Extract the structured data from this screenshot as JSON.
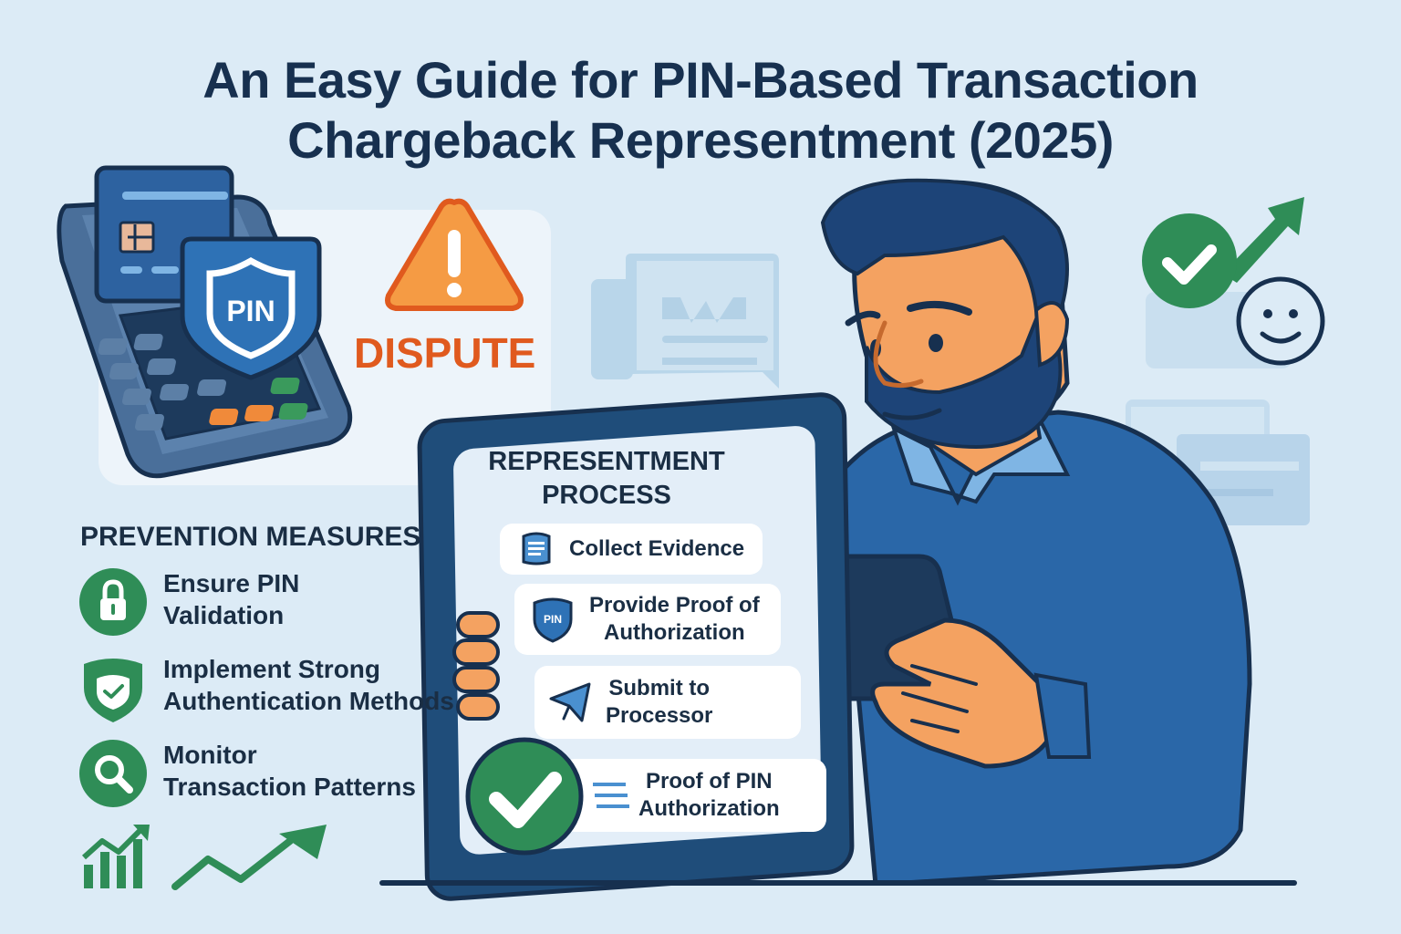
{
  "header": {
    "title_line1": "An Easy Guide for PIN-Based Transaction",
    "title_line2": "Chargeback Representment (2025)"
  },
  "terminal": {
    "shield_label": "PIN",
    "dispute_label": "DISPUTE"
  },
  "prevention": {
    "heading": "PREVENTION MEASURES",
    "items": [
      {
        "icon": "lock-icon",
        "line1": "Ensure PIN",
        "line2": "Validation"
      },
      {
        "icon": "shield-check-icon",
        "line1": "Implement Strong",
        "line2": "Authentication Methods"
      },
      {
        "icon": "magnifier-icon",
        "line1": "Monitor",
        "line2": "Transaction Patterns"
      }
    ]
  },
  "representment": {
    "heading_line1": "REPRESENTMENT",
    "heading_line2": "PROCESS",
    "steps": [
      {
        "icon": "document-icon",
        "line1": "Collect Evidence",
        "line2": ""
      },
      {
        "icon": "pin-shield-icon",
        "icon_label": "PIN",
        "line1": "Provide Proof of",
        "line2": "Authorization"
      },
      {
        "icon": "paper-plane-icon",
        "line1": "Submit to",
        "line2": "Processor"
      },
      {
        "icon": "list-icon",
        "line1": "Proof of PIN",
        "line2": "Authorization"
      }
    ]
  },
  "colors": {
    "background": "#dcebf6",
    "navy": "#17304f",
    "blue": "#2a67a8",
    "green": "#2f8d57",
    "orange": "#f3963f",
    "dispute_red": "#e05a1e",
    "skin": "#f4a261"
  }
}
